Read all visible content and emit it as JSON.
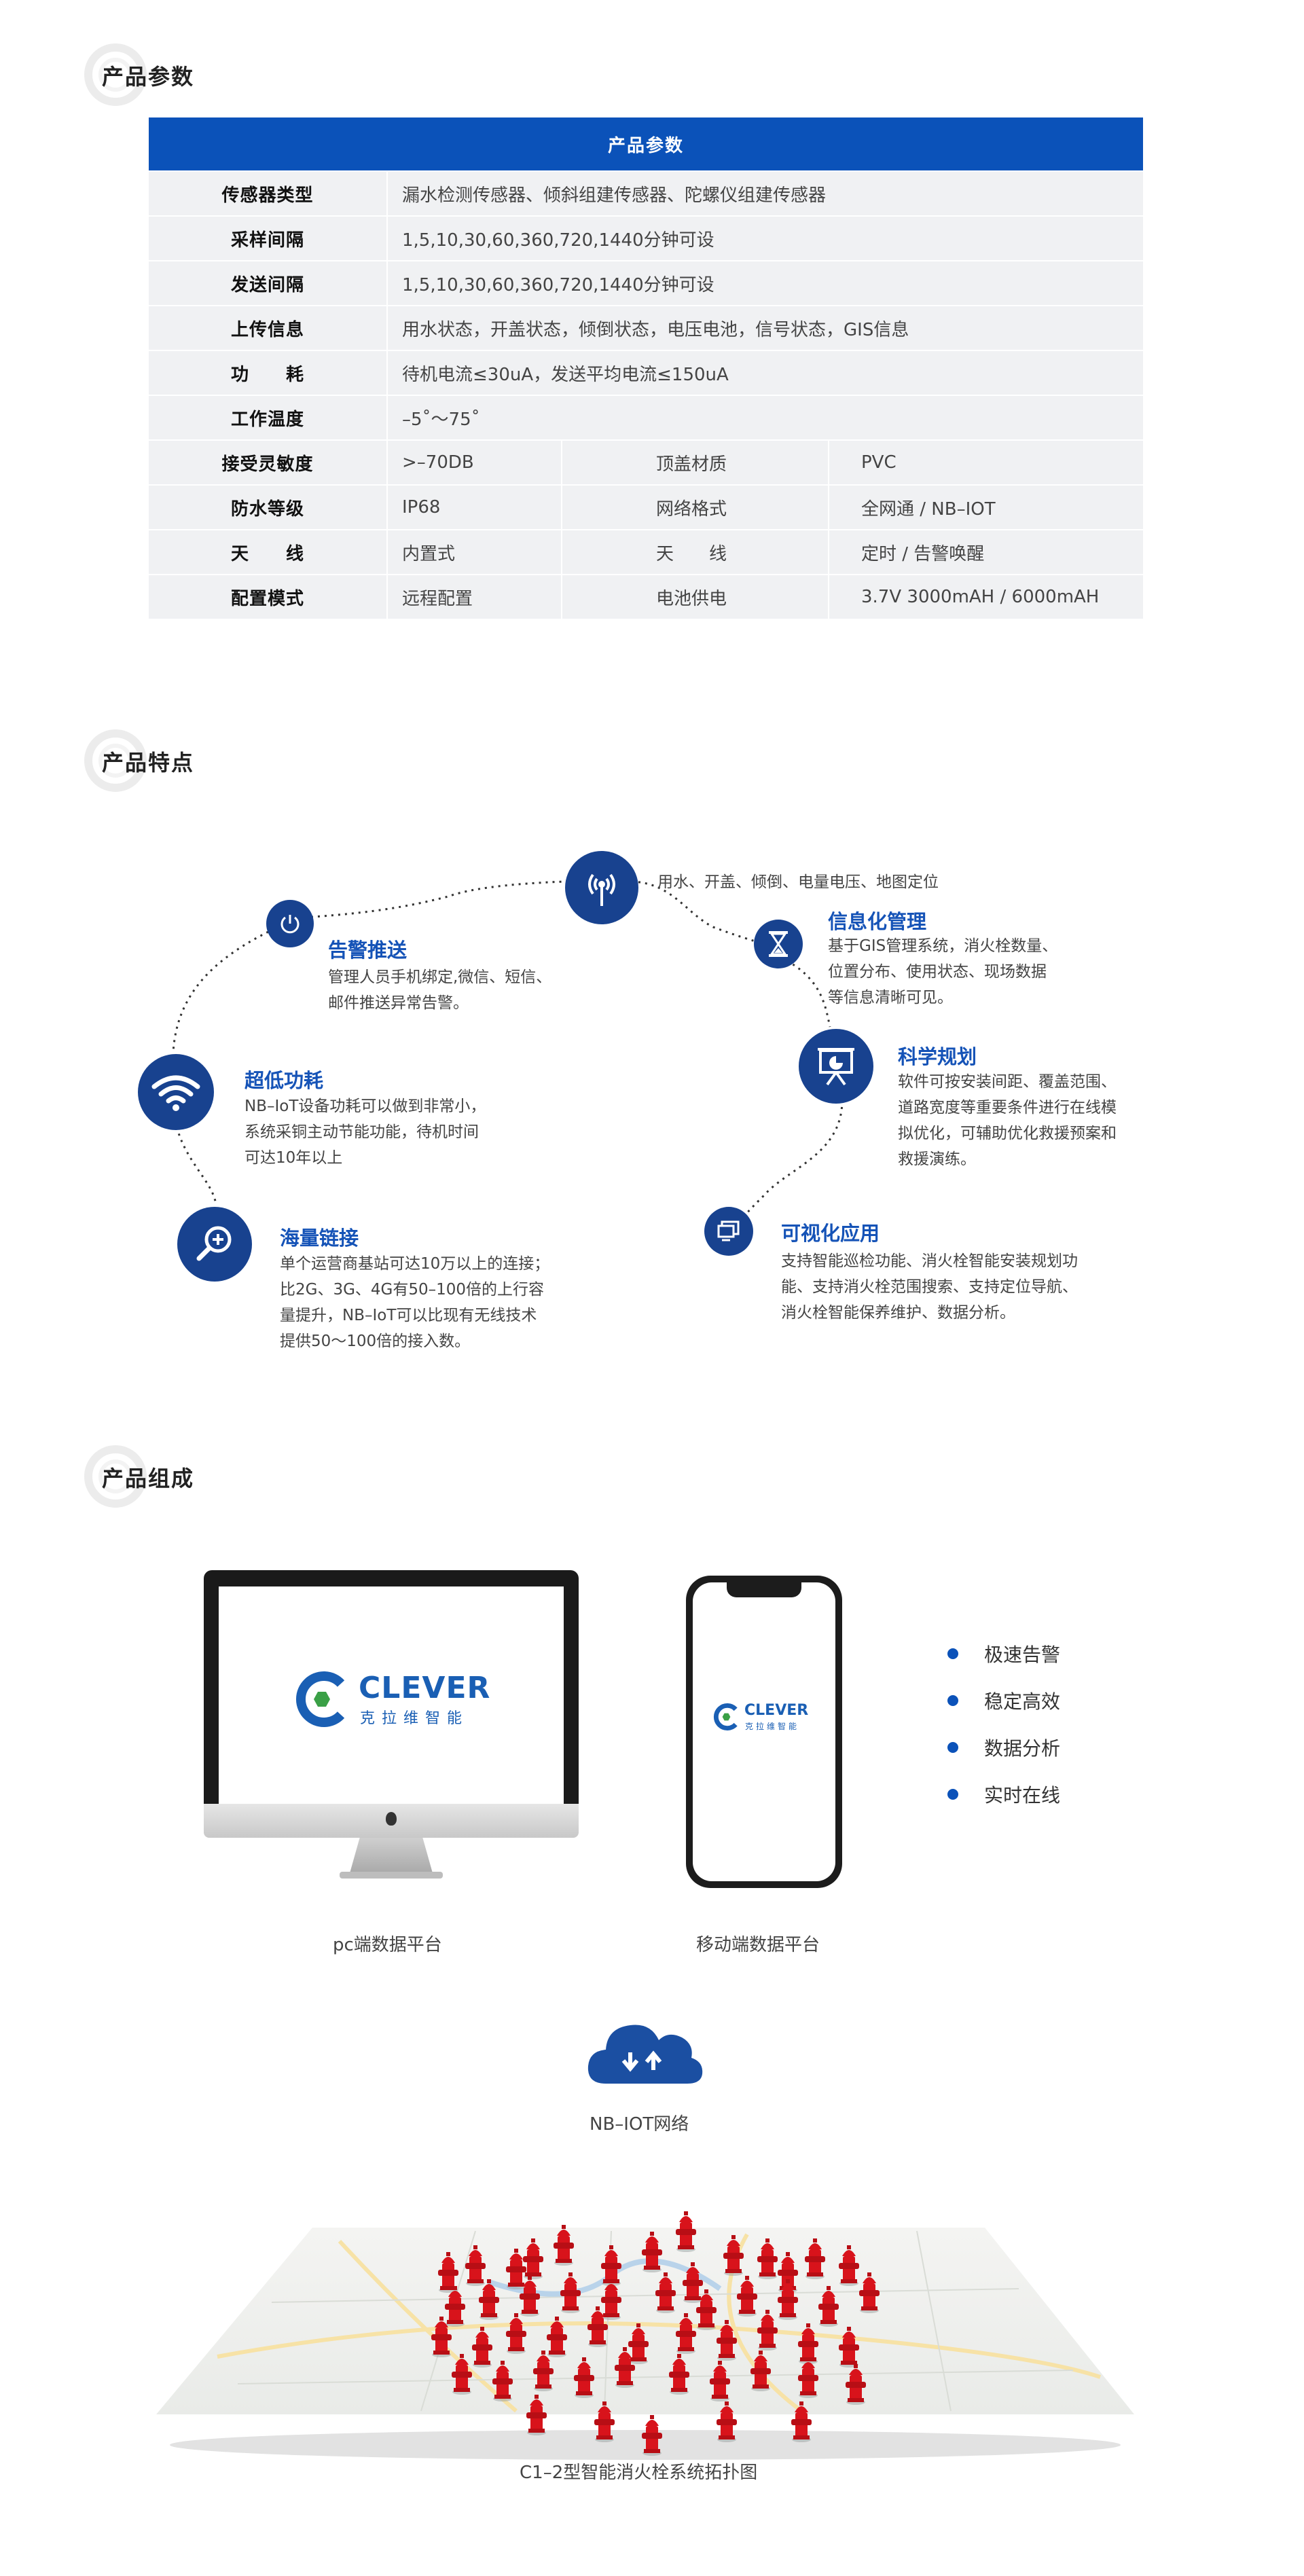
{
  "sections": {
    "params": "产品参数",
    "features": "产品特点",
    "composition": "产品组成"
  },
  "table": {
    "header": "产品参数",
    "rows_full": [
      {
        "label": "传感器类型",
        "value": "漏水检测传感器、倾斜组建传感器、陀螺仪组建传感器"
      },
      {
        "label": "采样间隔",
        "value": "1,5,10,30,60,360,720,1440分钟可设"
      },
      {
        "label": "发送间隔",
        "value": "1,5,10,30,60,360,720,1440分钟可设"
      },
      {
        "label": "上传信息",
        "value": "用水状态，开盖状态，倾倒状态，电压电池，信号状态，GIS信息"
      },
      {
        "label": "功　　耗",
        "value": "待机电流≤30uA，发送平均电流≤150uA"
      },
      {
        "label": "工作温度",
        "value": "–5˚～75˚"
      }
    ],
    "rows_split": [
      {
        "label": "接受灵敏度",
        "v1": ">–70DB",
        "k2": "顶盖材质",
        "v2": "PVC"
      },
      {
        "label": "防水等级",
        "v1": "IP68",
        "k2": "网络格式",
        "v2": "全网通 / NB–IOT"
      },
      {
        "label": "天　　线",
        "v1": "内置式",
        "k2": "天　　线",
        "v2": "定时 / 告警唤醒"
      },
      {
        "label": "配置模式",
        "v1": "远程配置",
        "k2": "电池供电",
        "v2": "3.7V 3000mAH / 6000mAH"
      }
    ]
  },
  "features": {
    "top_note": "用水、开盖、倾倒、电量电压、地图定位",
    "alarm": {
      "title": "告警推送",
      "lines": [
        "管理人员手机绑定,微信、短信、",
        "邮件推送异常告警。"
      ]
    },
    "power": {
      "title": "超低功耗",
      "lines": [
        "NB–IoT设备功耗可以做到非常小，",
        "系统采铜主动节能功能，待机时间",
        "可达10年以上"
      ]
    },
    "link": {
      "title": "海量链接",
      "lines": [
        "单个运营商基站可达10万以上的连接；",
        "比2G、3G、4G有50–100倍的上行容",
        "量提升，NB–IoT可以比现有无线技术",
        "提供50～100倍的接入数。"
      ]
    },
    "info": {
      "title": "信息化管理",
      "lines": [
        "基于GIS管理系统，消火栓数量、",
        "位置分布、使用状态、现场数据",
        "等信息清晰可见。"
      ]
    },
    "plan": {
      "title": "科学规划",
      "lines": [
        "软件可按安装间距、覆盖范围、",
        "道路宽度等重要条件进行在线模",
        "拟优化，可辅助优化救援预案和",
        "救援演练。"
      ]
    },
    "visual": {
      "title": "可视化应用",
      "lines": [
        "支持智能巡检功能、消火栓智能安装规划功",
        "能、支持消火栓范围搜索、支持定位导航、",
        "消火栓智能保养维护、数据分析。"
      ]
    }
  },
  "composition": {
    "brand": "CLEVER",
    "brand_cn": "克拉维智能",
    "pc_caption": "pc端数据平台",
    "mobile_caption": "移动端数据平台",
    "bullets": [
      "极速告警",
      "稳定高效",
      "数据分析",
      "实时在线"
    ],
    "network_caption": "NB–IOT网络",
    "map_caption": "C1–2型智能消火栓系统拓扑图"
  },
  "colors": {
    "primary": "#0b52b9",
    "navy": "#18428f",
    "hydrant": "#d8131b",
    "brand_green": "#3aa046"
  }
}
